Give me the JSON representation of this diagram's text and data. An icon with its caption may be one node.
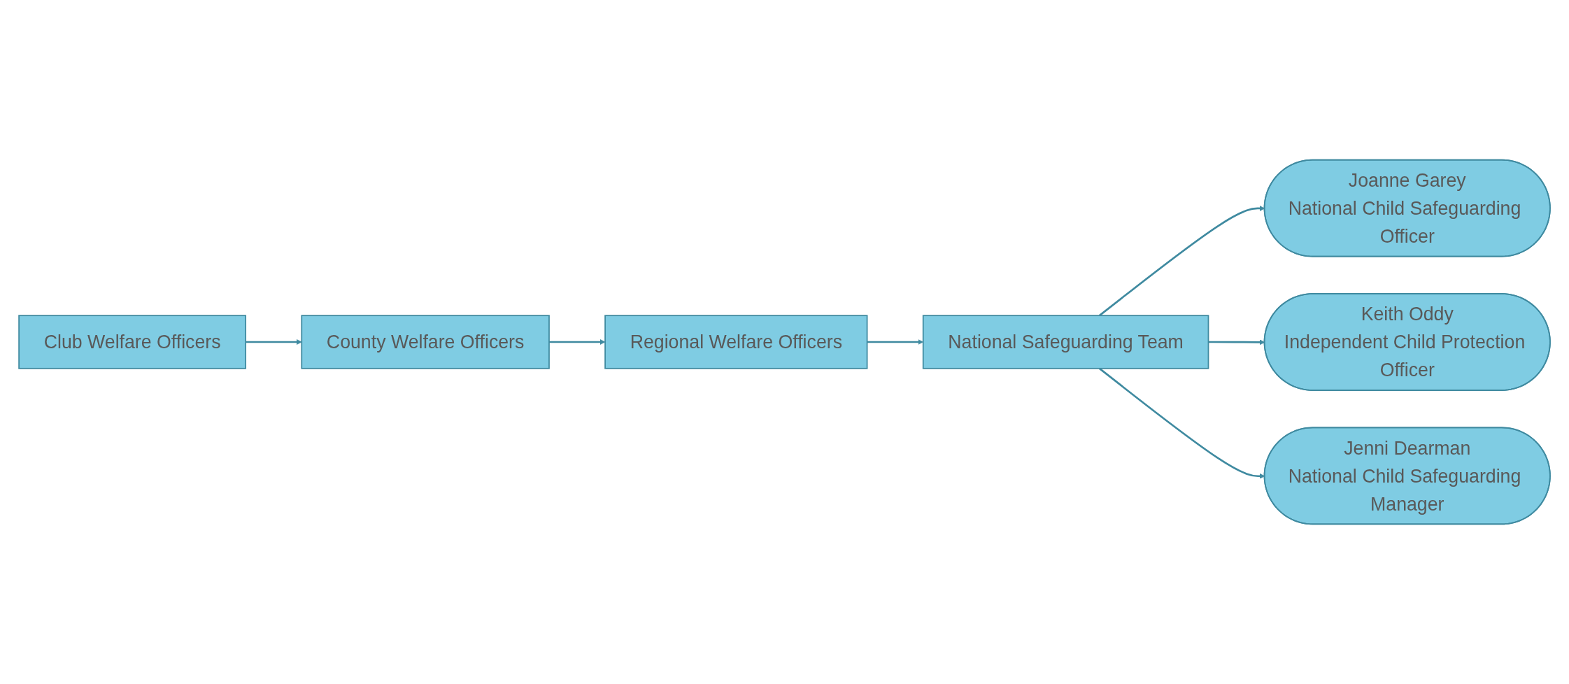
{
  "diagram": {
    "nodes": [
      {
        "text": [
          "Club Welfare Officers"
        ]
      },
      {
        "text": [
          "County Welfare Officers"
        ]
      },
      {
        "text": [
          "Regional Welfare Officers"
        ]
      },
      {
        "text": [
          "Joanne Garey",
          "National Child Safeguarding Officer"
        ]
      },
      {
        "text": [
          "Keith Oddy",
          "Independent Child Protection Officer"
        ]
      },
      {
        "text": [
          "National Safeguarding Team"
        ]
      },
      {
        "text": [
          "Jenni Dearman",
          "National Child Safeguarding Manager"
        ]
      }
    ],
    "edges": [
      {
        "from": 0,
        "to": 1,
        "arrow": "to"
      },
      {
        "from": 1,
        "to": 2,
        "arrow": "to"
      },
      {
        "from": 2,
        "to": 5,
        "arrow": "to"
      },
      {
        "from": 5,
        "to": 3,
        "arrow": "to"
      },
      {
        "from": 5,
        "to": 4,
        "arrow": "to"
      },
      {
        "from": 5,
        "to": 6,
        "arrow": "to"
      }
    ]
  }
}
